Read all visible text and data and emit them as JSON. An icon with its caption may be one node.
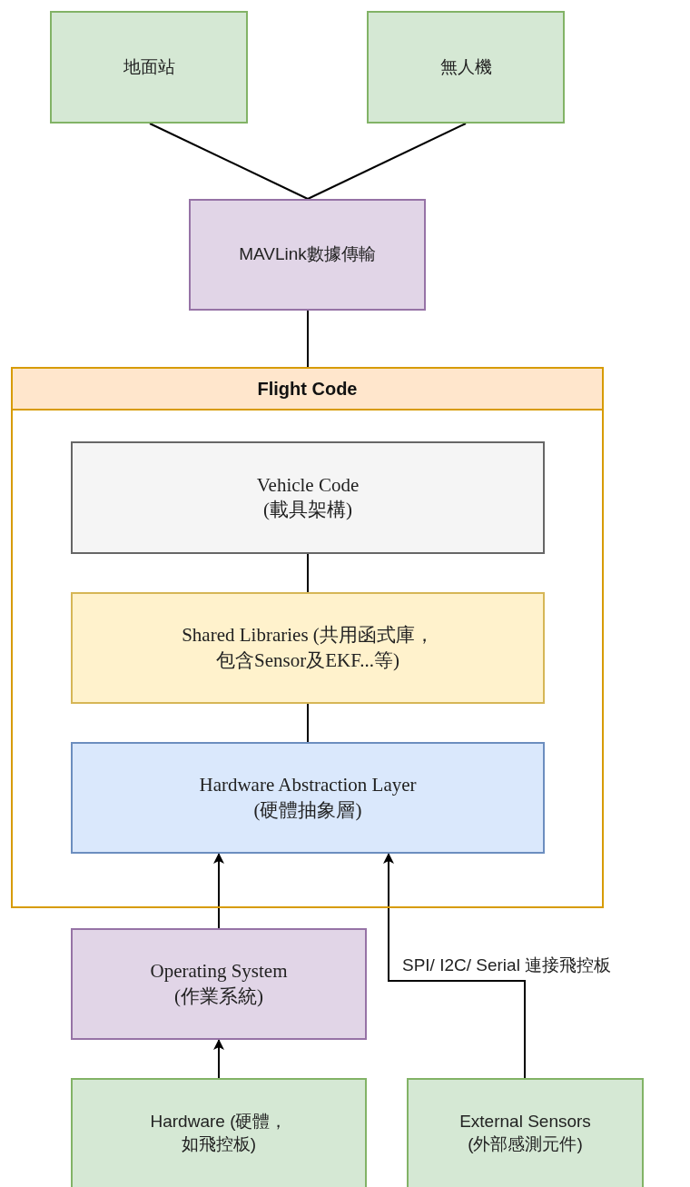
{
  "diagram": {
    "nodes": [
      {
        "text": [
          "地面站"
        ]
      },
      {
        "text": [
          "無人機"
        ]
      },
      {
        "text": [
          "MAVLink數據傳輸"
        ]
      },
      {
        "text": [
          "Flight Code"
        ]
      },
      {
        "text": [
          "Vehicle Code (載具架構)"
        ],
        "in": 3
      },
      {
        "text": [
          "Shared Libraries (共用函式庫，包含Sensor及EKF...等)"
        ],
        "in": 3
      },
      {
        "text": [
          "Hardware Abstraction Layer (硬體抽象層)"
        ],
        "in": 3
      },
      {
        "text": [
          "Operating System (作業系統)"
        ]
      },
      {
        "text": [
          "Hardware (硬體，如飛控板)"
        ]
      },
      {
        "text": [
          "External Sensors (外部感測元件)"
        ]
      }
    ],
    "edges": [
      {
        "from": 0,
        "to": 2,
        "arrow": "none"
      },
      {
        "from": 1,
        "to": 2,
        "arrow": "none"
      },
      {
        "from": 2,
        "to": 3,
        "arrow": "none"
      },
      {
        "from": 4,
        "to": 5,
        "arrow": "none"
      },
      {
        "from": 5,
        "to": 6,
        "arrow": "none"
      },
      {
        "from": 7,
        "to": 6,
        "arrow": "to"
      },
      {
        "from": 8,
        "to": 7,
        "arrow": "to"
      },
      {
        "from": 9,
        "to": 6,
        "arrow": "to",
        "label": "SPI/ I2C/ Serial 連接飛控板"
      }
    ]
  }
}
